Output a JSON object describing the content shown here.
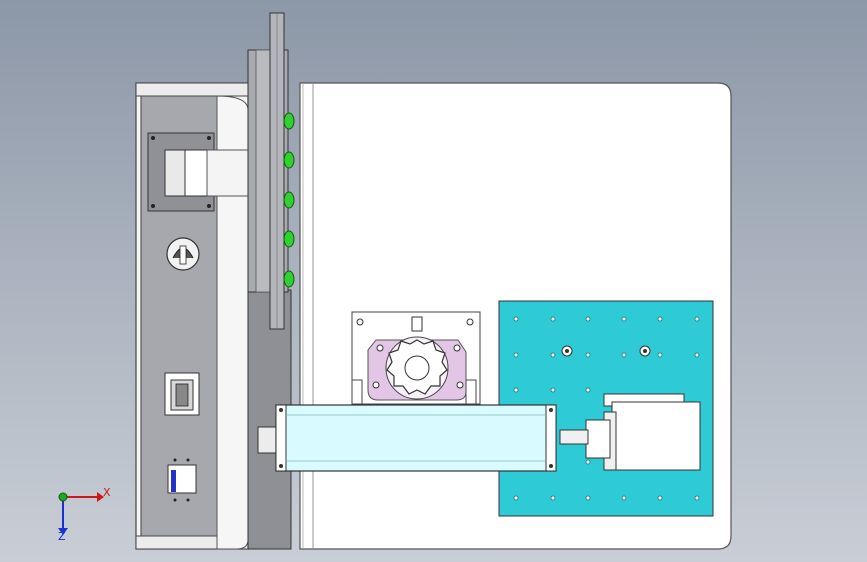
{
  "triad": {
    "x_label": "X",
    "y_label": "Z"
  },
  "colors": {
    "background_top": "#8c97a7",
    "background_bottom": "#c9ced6",
    "sheet_metal": "#ffffff",
    "side_panel": "#a6a8ad",
    "dark_panel": "#8e9096",
    "cyan_plate": "#2ecad6",
    "cylinder_body": "#d9fbff",
    "indicator_lights": "#2fd02f",
    "gear_mount": "#e3c6e6",
    "axis_x": "#d01818",
    "axis_y": "#1a2fd6",
    "axis_origin": "#1ea81e"
  },
  "indicator_count": 5
}
